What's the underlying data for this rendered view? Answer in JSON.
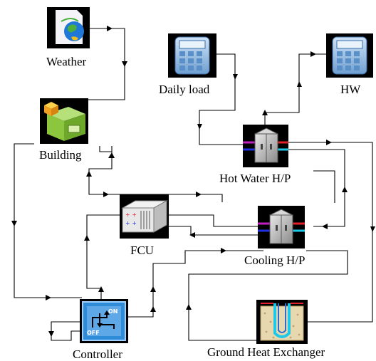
{
  "components": {
    "weather": {
      "label": "Weather",
      "icon": "weather-globe-icon"
    },
    "daily_load": {
      "label": "Daily load",
      "icon": "calculator-icon"
    },
    "hw": {
      "label": "HW",
      "icon": "calculator-icon"
    },
    "building": {
      "label": "Building",
      "icon": "building-block-icon"
    },
    "hot_water_hp": {
      "label": "Hot Water H/P",
      "icon": "heat-pump-icon"
    },
    "fcu": {
      "label": "FCU",
      "icon": "fan-coil-unit-icon"
    },
    "cooling_hp": {
      "label": "Cooling H/P",
      "icon": "heat-pump-icon"
    },
    "controller": {
      "label": "Controller",
      "icon": "on-off-controller-icon"
    },
    "ground_hx": {
      "label": "Ground Heat Exchanger",
      "icon": "ground-loop-icon"
    }
  },
  "colors": {
    "icon_bg": "#000000",
    "calculator_blue": "#8fb8e0",
    "pipe_hot": "#e0202a",
    "pipe_cold": "#20c8e8",
    "pipe_mixed": "#c020c0",
    "pipe_blue": "#2030e0",
    "building_green": "#8cc63f",
    "building_orange": "#f0a020",
    "controller_blue": "#2e8bd8",
    "soil": "#e8d8b0"
  }
}
